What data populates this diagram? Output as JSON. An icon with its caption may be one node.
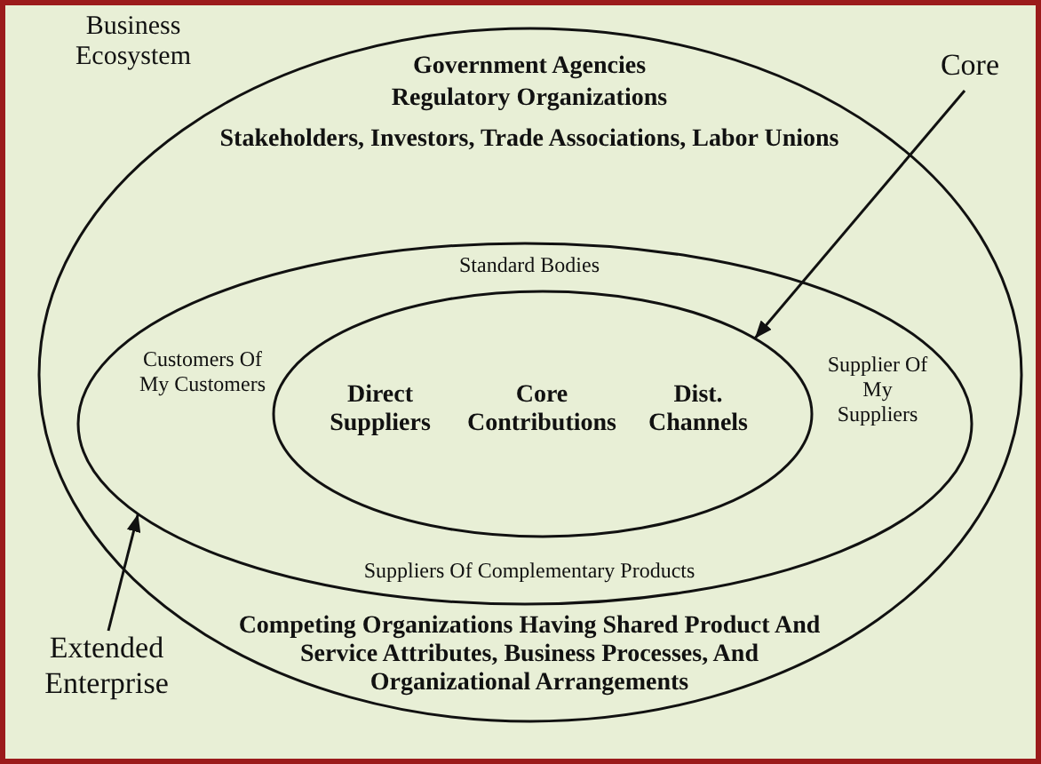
{
  "diagram": {
    "nodes": [
      {
        "text": [
          "Business Ecosystem",
          "Government Agencies",
          "Regulatory Organizations",
          "Stakeholders, Investors, Trade Associations, Labor Unions",
          "Competing Organizations Having Shared Product And Service Attributes, Business Processes, And Organizational Arrangements"
        ]
      },
      {
        "text": [
          "Standard Bodies",
          "Customers Of My Customers",
          "Supplier Of My Suppliers",
          "Suppliers Of Complementary Products"
        ],
        "in": 0
      },
      {
        "text": [
          "Direct Suppliers",
          "Core Contributions",
          "Dist. Channels"
        ],
        "in": 1
      },
      {
        "text": [
          "Core"
        ]
      },
      {
        "text": [
          "Extended Enterprise"
        ]
      }
    ],
    "edges": [
      {
        "from": 3,
        "to": 2,
        "arrow": "to"
      },
      {
        "from": 4,
        "to": 1,
        "arrow": "to"
      }
    ]
  }
}
